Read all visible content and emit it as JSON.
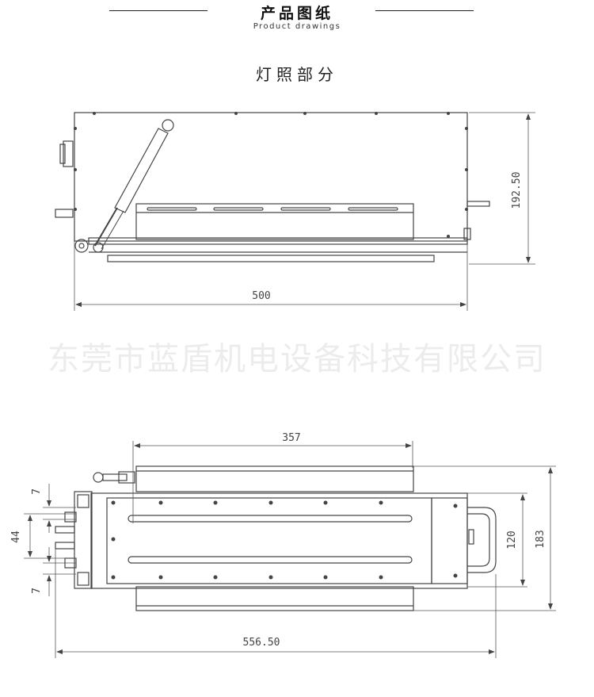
{
  "header": {
    "title": "产品图纸",
    "subtitle": "Product drawings"
  },
  "section_title": "灯照部分",
  "watermark": "东莞市蓝盾机电设备科技有限公司",
  "top_view": {
    "dims": {
      "width": "500",
      "height": "192.50"
    }
  },
  "bottom_view": {
    "dims": {
      "top": "357",
      "right_inner": "120",
      "right_outer": "183",
      "left_middle": "44",
      "left_top": "7",
      "left_bottom": "7",
      "bottom": "556.50"
    }
  },
  "colors": {
    "line": "#444444",
    "thin": "#666666",
    "watermark": "#ececec"
  }
}
